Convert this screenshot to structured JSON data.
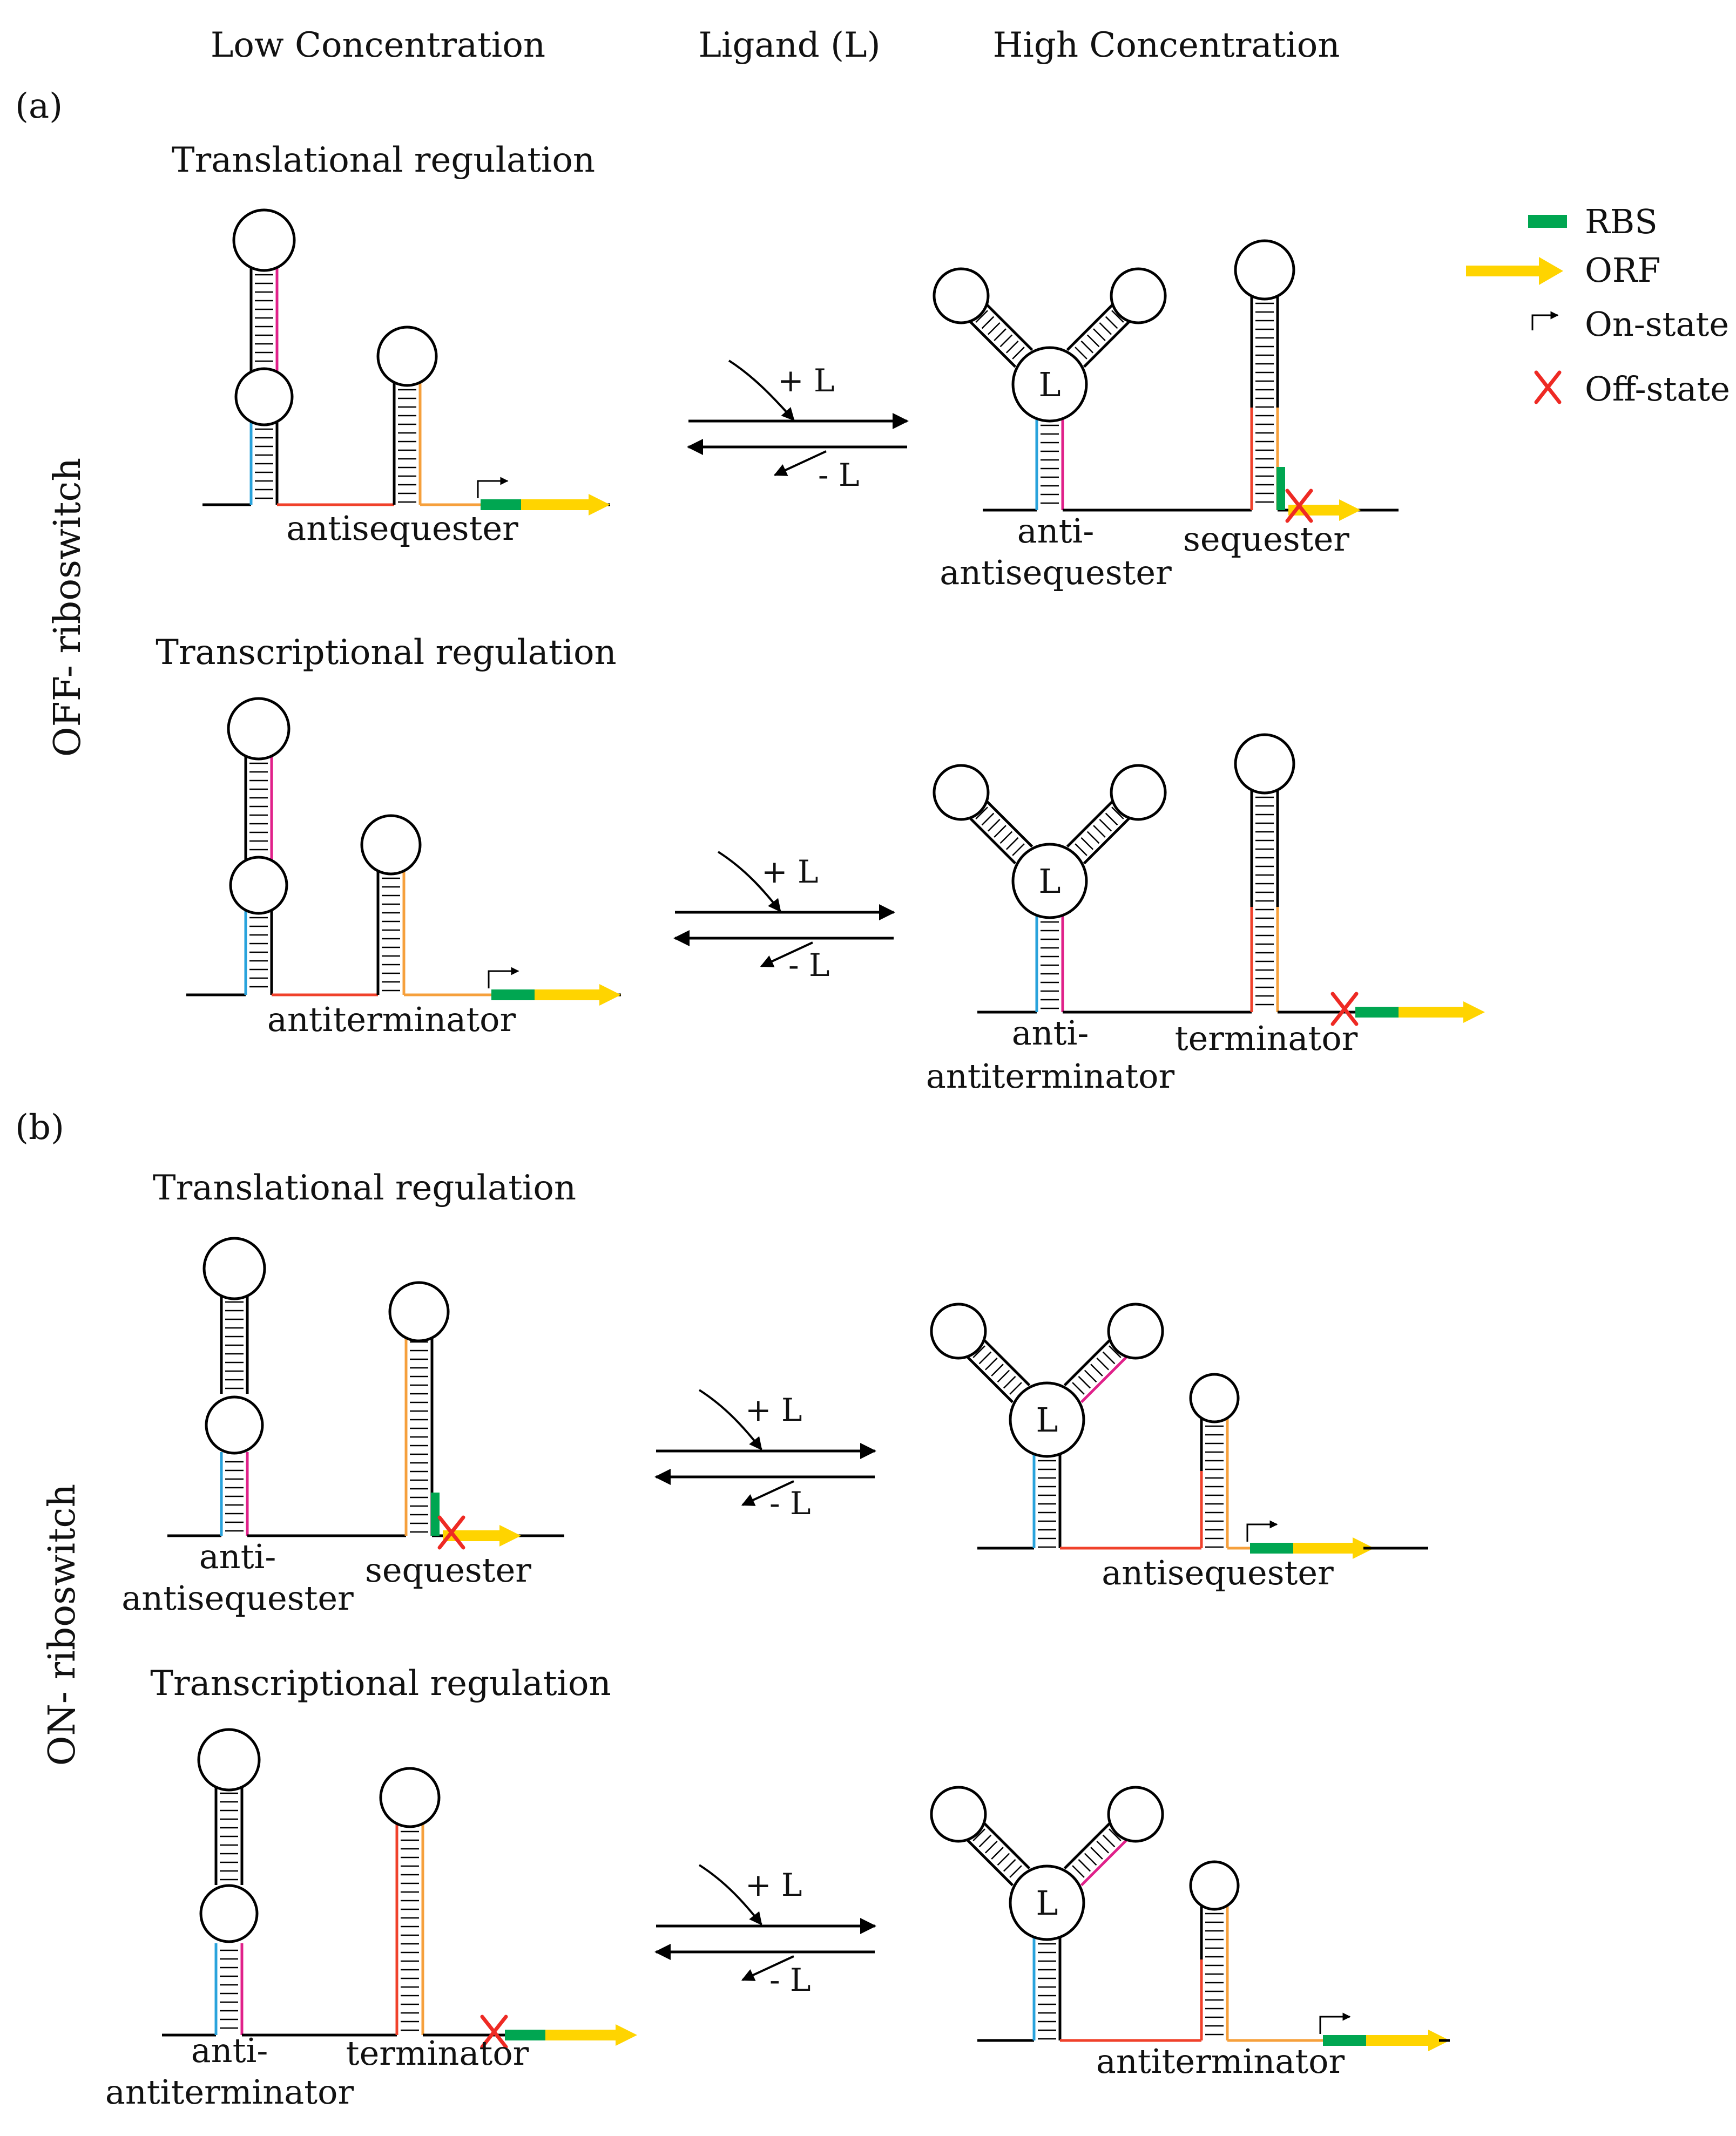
{
  "headers": {
    "low": "Low Concentration",
    "ligand": "Ligand (L)",
    "high": "High Concentration"
  },
  "panels": {
    "a": "(a)",
    "b": "(b)"
  },
  "side_labels": {
    "off": "OFF- riboswitch",
    "on": "ON- riboswitch"
  },
  "titles": {
    "translational": "Translational regulation",
    "transcriptional": "Transcriptional regulation"
  },
  "arrows": {
    "plus": "+ L",
    "minus": "- L"
  },
  "ligand_symbol": "L",
  "labels": {
    "antisequester": "antisequester",
    "sequester": "sequester",
    "anti_prefix": "anti-",
    "antiantisequester_tail": "antisequester",
    "antiterminator": "antiterminator",
    "terminator": "terminator",
    "antiantiterminator_tail": "antiterminator"
  },
  "legend": [
    {
      "key": "rbs",
      "label": "RBS",
      "icon": "rbs-bar-icon"
    },
    {
      "key": "orf",
      "label": "ORF",
      "icon": "orf-arrow-icon"
    },
    {
      "key": "on",
      "label": "On-state",
      "icon": "bent-arrow-icon"
    },
    {
      "key": "off",
      "label": "Off-state",
      "icon": "red-x-icon"
    }
  ],
  "colors": {
    "blue": "#29a3dc",
    "magenta": "#e0218a",
    "red": "#f0412b",
    "orange": "#f6a03c",
    "green": "#00a651",
    "yellow": "#ffd400",
    "x_red": "#ee2a24"
  }
}
